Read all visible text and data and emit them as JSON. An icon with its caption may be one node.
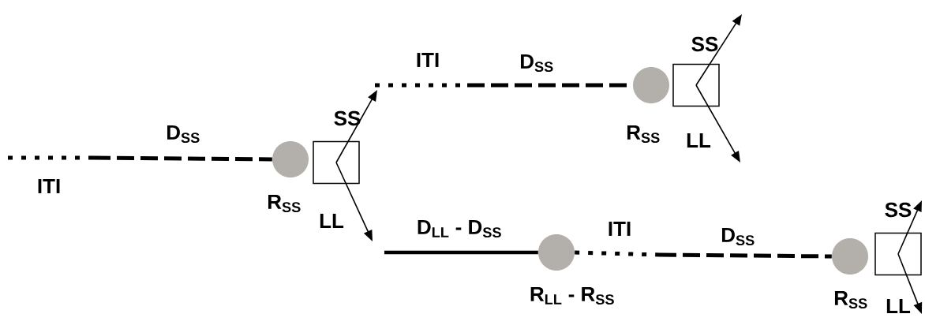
{
  "diagram": {
    "nodes": [
      {
        "text": [],
        "shape": "circle",
        "beside": [
          "R$_{SS}$"
        ]
      },
      {
        "text": [],
        "shape": "box"
      },
      {
        "text": [],
        "shape": "circle",
        "beside": [
          "R$_{SS}$"
        ]
      },
      {
        "text": [],
        "shape": "box"
      },
      {
        "text": [],
        "shape": "circle",
        "beside": [
          "R$_{LL}$ - R$_{SS}$"
        ]
      },
      {
        "text": [],
        "shape": "circle",
        "beside": [
          "R$_{SS}$"
        ]
      },
      {
        "text": [],
        "shape": "box"
      }
    ],
    "edges": [
      {
        "from": null,
        "to": 0,
        "arrow": "none",
        "style": "dashed",
        "label": "D$_{SS}$"
      },
      {
        "from": 1,
        "to": null,
        "arrow": "to",
        "label": "SS"
      },
      {
        "from": 1,
        "to": null,
        "arrow": "to",
        "label": "LL"
      },
      {
        "from": null,
        "to": 2,
        "arrow": "none",
        "style": "dashed",
        "label": "D$_{SS}$"
      },
      {
        "from": 3,
        "to": null,
        "arrow": "to",
        "label": "SS"
      },
      {
        "from": 3,
        "to": null,
        "arrow": "to",
        "label": "LL"
      },
      {
        "from": null,
        "to": 4,
        "arrow": "none",
        "style": "thick",
        "label": "D$_{LL}$ - D$_{SS}$"
      },
      {
        "from": 4,
        "to": 5,
        "arrow": "none",
        "style": "dashed",
        "label": "D$_{SS}$"
      },
      {
        "from": 6,
        "to": null,
        "arrow": "to",
        "label": "SS"
      },
      {
        "from": 6,
        "to": null,
        "arrow": "to",
        "label": "LL"
      }
    ],
    "labels": [
      "ITI",
      "ITI",
      "ITI"
    ]
  }
}
